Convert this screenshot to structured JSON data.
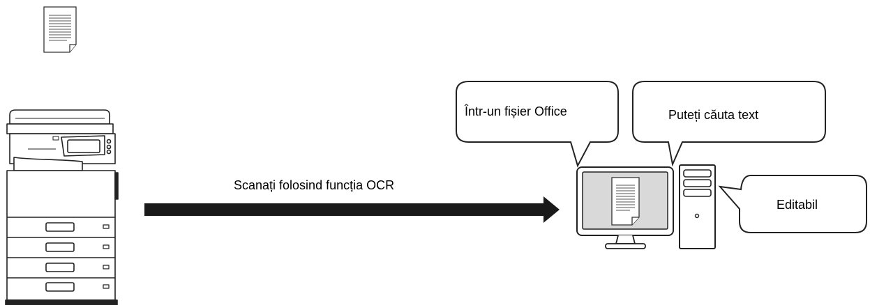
{
  "caption": "Scanați folosind funcția OCR",
  "bubbles": {
    "office": "Într-un fișier Office",
    "search": "Puteți căuta text",
    "edit": "Editabil"
  }
}
